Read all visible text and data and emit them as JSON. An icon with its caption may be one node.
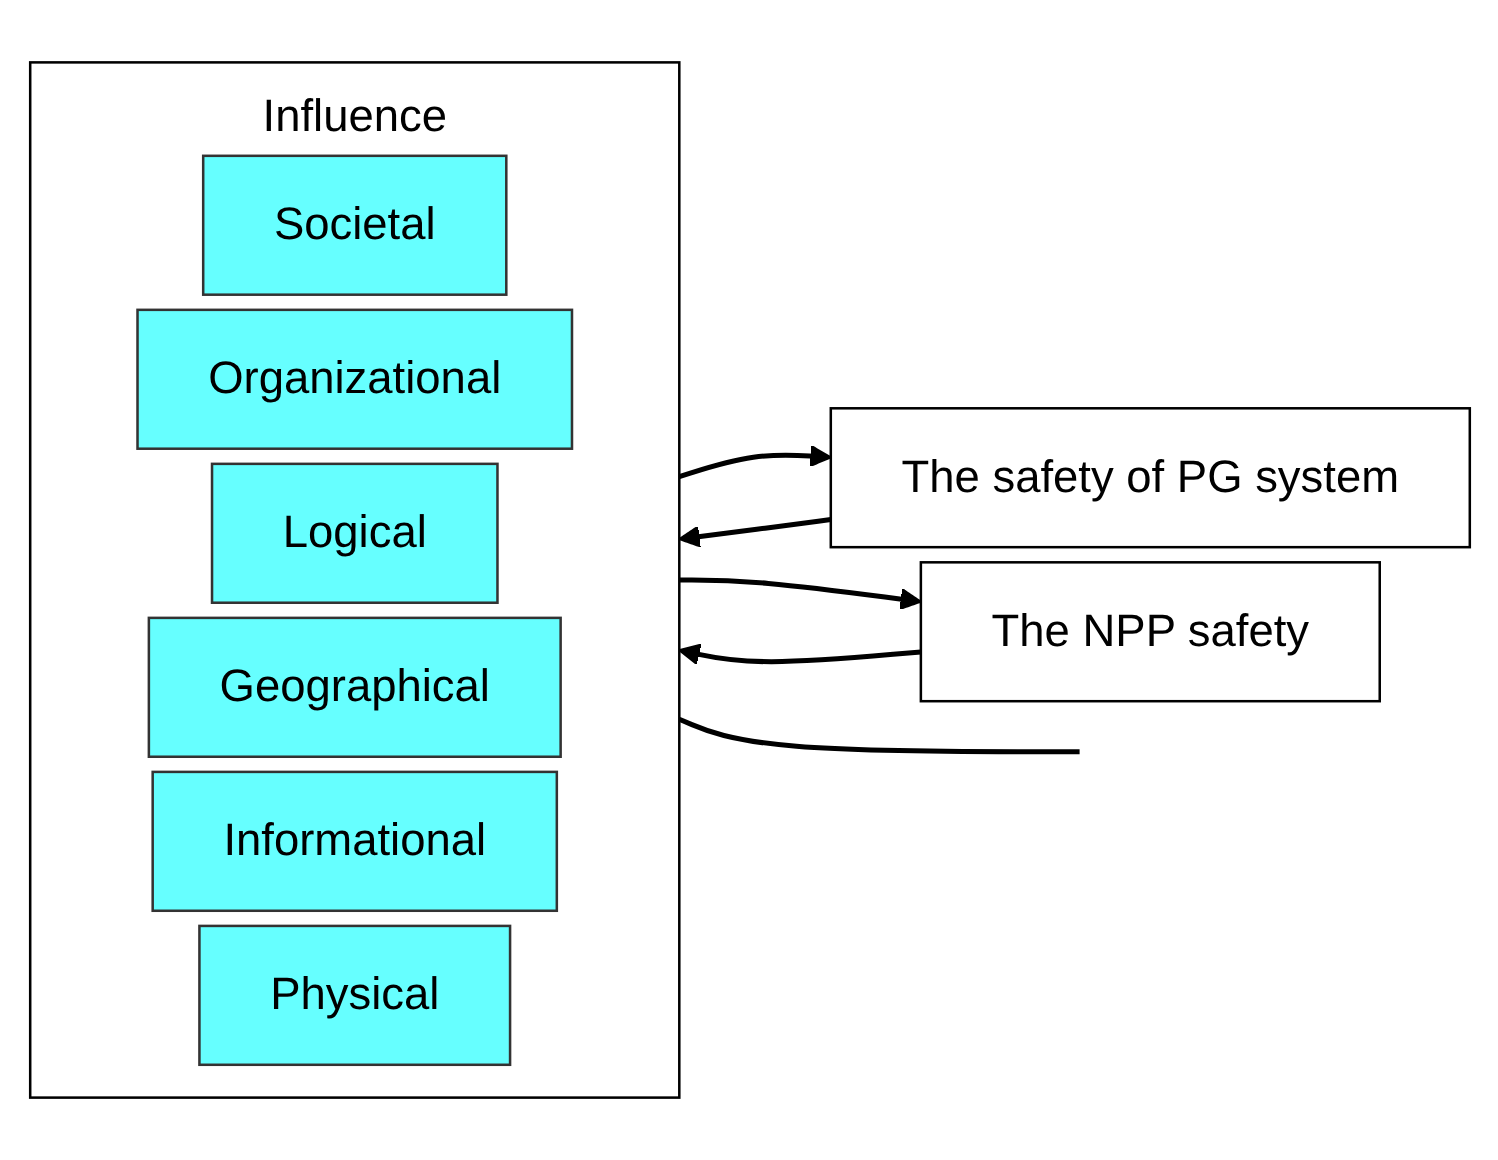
{
  "diagram": {
    "nodes": [
      {
        "text": [
          "The safety of PG system"
        ]
      },
      {
        "text": [
          "Influence"
        ]
      },
      {
        "text": [
          "Societal"
        ],
        "in": 1
      },
      {
        "text": [
          "Organizational"
        ],
        "in": 1
      },
      {
        "text": [
          "Logical"
        ],
        "in": 1
      },
      {
        "text": [
          "Geographical"
        ],
        "in": 1
      },
      {
        "text": [
          "Informational"
        ],
        "in": 1
      },
      {
        "text": [
          "Physical"
        ],
        "in": 1
      },
      {
        "text": [
          "The NPP safety"
        ]
      }
    ],
    "edges": [
      {
        "from": 0,
        "to": 1,
        "arrow": "to"
      },
      {
        "from": 1,
        "to": 0,
        "arrow": "to"
      },
      {
        "from": 1,
        "to": 8,
        "arrow": "to"
      },
      {
        "from": 8,
        "to": 1,
        "arrow": "to"
      },
      {
        "from": 1,
        "to": null,
        "arrow": "none"
      }
    ]
  }
}
